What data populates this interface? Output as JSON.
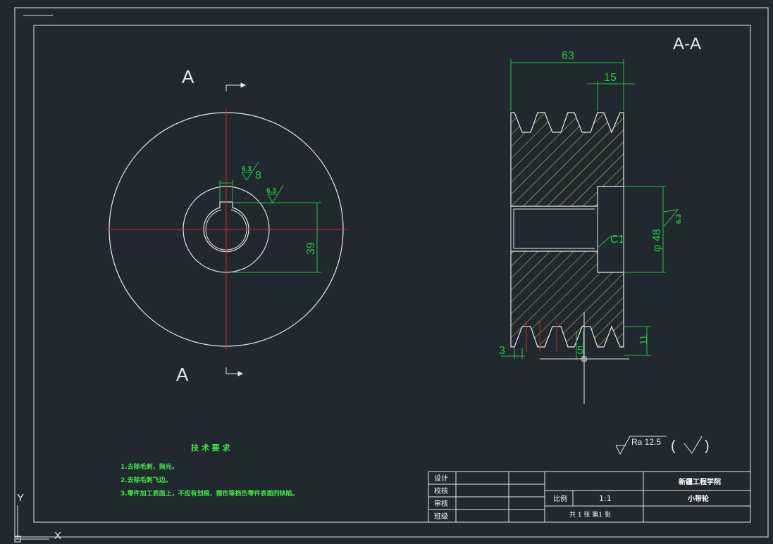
{
  "view_left": {
    "section_label_top": "A",
    "section_label_bottom": "A",
    "dim_keyway_width": "8",
    "dim_bore_depth": "39",
    "roughness_1": "6.3",
    "roughness_2": "6.3"
  },
  "view_right": {
    "title": "A-A",
    "dim_total_width": "63",
    "dim_hub_width": "15",
    "dim_diameter": "φ 48",
    "dim_chamfer": "C1",
    "roughness_bore": "6.3",
    "dim_groove_depth": "11",
    "dim_edge": "3",
    "dim_bottom": "5"
  },
  "roughness_general": {
    "label": "Ra 12.5",
    "paren_open": "(",
    "paren_close": ")"
  },
  "tech_req": {
    "title": "技 术 要 求",
    "items": [
      "1.去除毛刺，抛光。",
      "2.去除毛刺飞边。",
      "3.零件加工表面上，不应有划痕、擦伤等损伤零件表面的缺陷。"
    ]
  },
  "title_block": {
    "row_labels": [
      "设计",
      "校核",
      "审核",
      "班级"
    ],
    "scale_label": "比例",
    "scale_value": "1:1",
    "sheets": "共 1 张 第1 张",
    "school": "新疆工程学院",
    "part_name": "小带轮"
  },
  "ucs": {
    "x": "X",
    "y": "Y"
  },
  "colors": {
    "background": "#212830",
    "lines": "#e8e8e8",
    "centerline": "#e02020",
    "dimension": "#22c43a",
    "hatch": "#d8d840",
    "notes": "#3ee83e"
  }
}
